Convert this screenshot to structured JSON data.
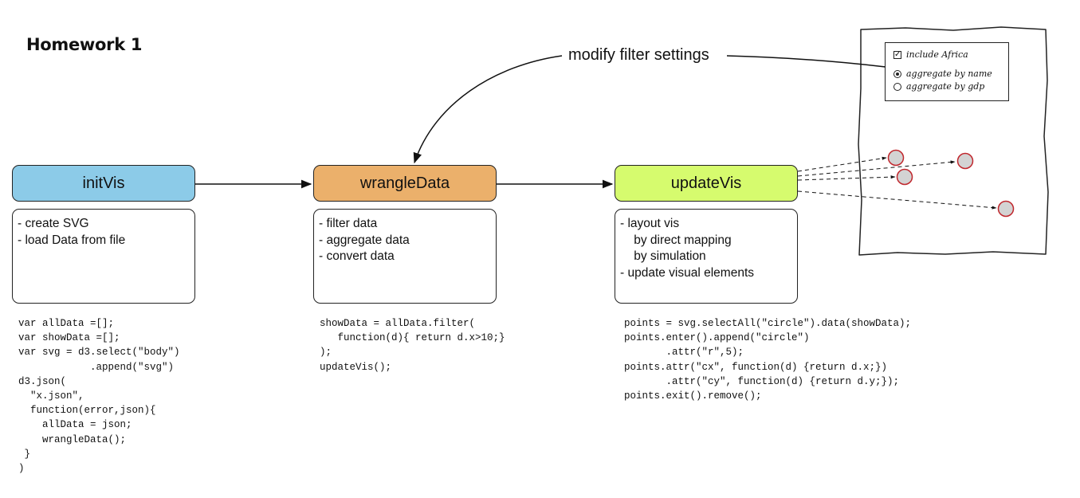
{
  "title": "Homework 1",
  "annotation": "modify filter settings",
  "stages": [
    {
      "name": "initVis",
      "color": "#8ccbe8",
      "items": [
        "- create SVG",
        "- load Data from file"
      ],
      "code": "var allData =[];\nvar showData =[];\nvar svg = d3.select(\"body\")\n            .append(\"svg\")\nd3.json(\n  \"x.json\",\n  function(error,json){\n    allData = json;\n    wrangleData();\n }\n)"
    },
    {
      "name": "wrangleData",
      "color": "#ebb06b",
      "items": [
        "- filter data",
        "- aggregate data",
        "- convert data"
      ],
      "code": "showData = allData.filter(\n   function(d){ return d.x>10;}\n);\nupdateVis();"
    },
    {
      "name": "updateVis",
      "color": "#d6fb6e",
      "items": [
        "- layout vis",
        "    by direct mapping",
        "    by simulation",
        "- update visual elements"
      ],
      "code": "points = svg.selectAll(\"circle\").data(showData);\npoints.enter().append(\"circle\")\n       .attr(\"r\",5);\npoints.attr(\"cx\", function(d) {return d.x;})\n       .attr(\"cy\", function(d) {return d.y;});\npoints.exit().remove();"
    }
  ],
  "filter_panel": {
    "checkbox_label": "include Africa",
    "checkbox_checked": true,
    "radio_options": [
      {
        "label": "aggregate by name",
        "selected": true
      },
      {
        "label": "aggregate by gdp",
        "selected": false
      }
    ]
  },
  "colors": {
    "point_fill": "#d3d3d3",
    "point_stroke": "#c0272d",
    "line": "#111111"
  }
}
